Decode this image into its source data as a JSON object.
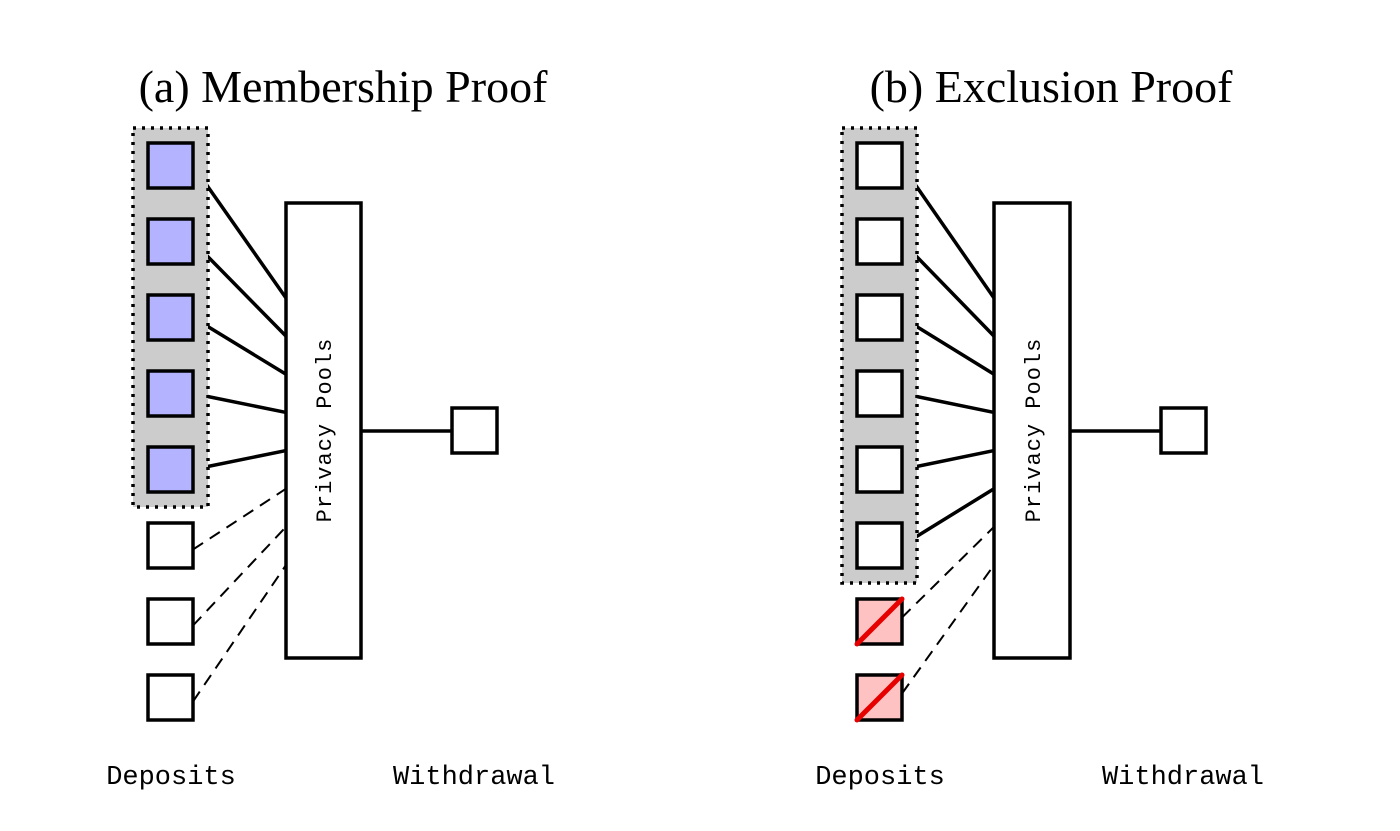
{
  "panels": [
    {
      "id": "membership",
      "title": "(a) Membership Proof",
      "pool_label": "Privacy Pools",
      "deposits_label": "Deposits",
      "withdrawal_label": "Withdrawal",
      "deposits": [
        {
          "state": "included",
          "link": "solid"
        },
        {
          "state": "included",
          "link": "solid"
        },
        {
          "state": "included",
          "link": "solid"
        },
        {
          "state": "included",
          "link": "solid"
        },
        {
          "state": "included",
          "link": "solid"
        },
        {
          "state": "plain",
          "link": "dashed"
        },
        {
          "state": "plain",
          "link": "dashed"
        },
        {
          "state": "plain",
          "link": "dashed"
        }
      ],
      "highlighted_set_size": 5
    },
    {
      "id": "exclusion",
      "title": "(b) Exclusion Proof",
      "pool_label": "Privacy Pools",
      "deposits_label": "Deposits",
      "withdrawal_label": "Withdrawal",
      "deposits": [
        {
          "state": "plain",
          "link": "solid"
        },
        {
          "state": "plain",
          "link": "solid"
        },
        {
          "state": "plain",
          "link": "solid"
        },
        {
          "state": "plain",
          "link": "solid"
        },
        {
          "state": "plain",
          "link": "solid"
        },
        {
          "state": "plain",
          "link": "solid"
        },
        {
          "state": "excluded",
          "link": "dashed"
        },
        {
          "state": "excluded",
          "link": "dashed"
        }
      ],
      "highlighted_set_size": 6
    }
  ],
  "colors": {
    "included_fill": "#b3b3ff",
    "excluded_fill": "#ffc2c2",
    "excluded_strike": "#e60000",
    "set_background": "#cccccc",
    "stroke": "#000000",
    "plain_fill": "#ffffff"
  }
}
